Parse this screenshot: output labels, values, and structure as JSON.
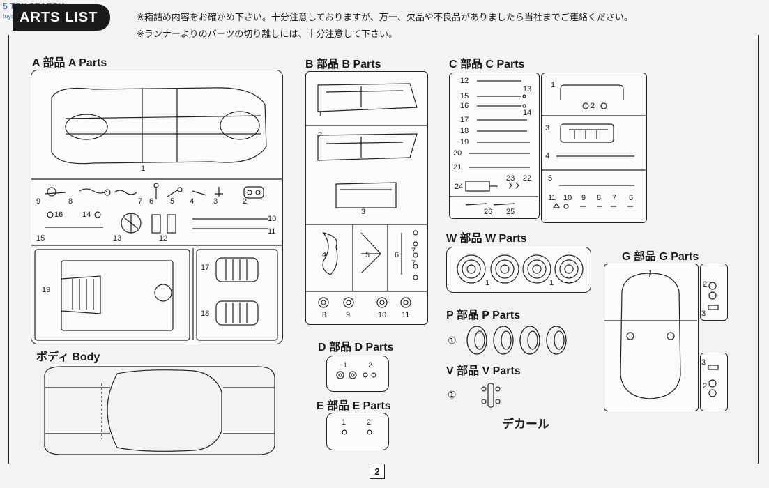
{
  "watermark": {
    "line1": "5 TOY SEARCH",
    "line2": "toysearch.com"
  },
  "header": {
    "title": "ARTS LIST"
  },
  "notes": [
    "※箱詰め内容をお確かめ下さい。十分注意しておりますが、万一、欠品や不良品がありましたら当社までご連絡ください。",
    "※ランナーよりのパーツの切り離しには、十分注意して下さい。"
  ],
  "sections": {
    "a": "A 部品  A Parts",
    "b": "B 部品  B Parts",
    "c": "C 部品  C Parts",
    "w": "W 部品  W Parts",
    "g": "G 部品  G Parts",
    "p": "P 部品  P Parts",
    "v": "V 部品  V Parts",
    "d": "D 部品  D Parts",
    "e": "E 部品  E Parts",
    "body": "ボディ  Body"
  },
  "decal": "デカール",
  "page_number": "2",
  "labels": {
    "a1": "1",
    "a9": "9",
    "a8": "8",
    "a7": "7",
    "a6": "6",
    "a5": "5",
    "a4": "4",
    "a3": "3",
    "a2": "2",
    "a16": "16",
    "a14": "14",
    "a10": "10",
    "a11": "11",
    "a15": "15",
    "a13": "13",
    "a12": "12",
    "a19": "19",
    "a17": "17",
    "a18": "18",
    "b1": "1",
    "b2": "2",
    "b3": "3",
    "b4": "4",
    "b5": "5",
    "b6": "6",
    "b7a": "7",
    "b7b": "7",
    "b8": "8",
    "b9": "9",
    "b10": "10",
    "b11": "11",
    "c12": "12",
    "c13": "13",
    "c15": "15",
    "c16": "16",
    "c14": "14",
    "c17": "17",
    "c18": "18",
    "c19": "19",
    "c20": "20",
    "c21": "21",
    "c23": "23",
    "c22": "22",
    "c24": "24",
    "c26": "26",
    "c25": "25",
    "c1": "1",
    "c2": "2",
    "c3": "3",
    "c4": "4",
    "c5": "5",
    "c11": "11",
    "c10": "10",
    "c9": "9",
    "c8": "8",
    "c7": "7",
    "c6": "6",
    "w1a": "1",
    "w1b": "1",
    "g1": "1",
    "g2a": "2",
    "g3a": "3",
    "g3b": "3",
    "g2b": "2",
    "d1": "1",
    "d2": "2",
    "e1": "1",
    "e2": "2",
    "p1": "①",
    "v1": "①"
  }
}
